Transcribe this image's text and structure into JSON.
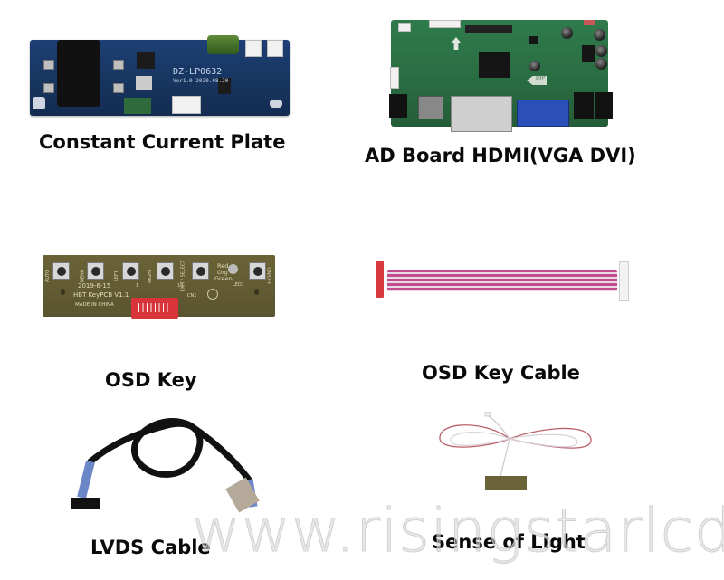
{
  "products": [
    {
      "id": "constant-current-plate",
      "label": "Constant Current Plate",
      "pcb_text": [
        "DZ-LP0632",
        "Ver1.0 2020.08.20"
      ],
      "pcb_color": "#1d3f75"
    },
    {
      "id": "ad-board",
      "label": "AD Board HDMI(VGA DVI)",
      "pcb_text": [
        "DIP"
      ],
      "pcb_color": "#2f7b4b"
    },
    {
      "id": "osd-key",
      "label": "OSD Key",
      "pcb_text": {
        "buttons": [
          "AUTO",
          "MENU",
          "LEFT",
          "RIGHT",
          "EXIT / SELECT",
          "ON/OFF"
        ],
        "led": [
          "Red",
          "Org",
          "Green",
          "LED1"
        ],
        "date": "2019-6-15",
        "model": "HBT KeyPCB V1.1",
        "origin": "MADE IN CHINA",
        "connector_pins": [
          "1",
          "10"
        ],
        "connector_label": "CN1"
      },
      "pcb_color": "#6b6336"
    },
    {
      "id": "osd-key-cable",
      "label": "OSD Key Cable",
      "cable_color": "#c34d8c"
    },
    {
      "id": "lvds-cable",
      "label": "LVDS  Cable"
    },
    {
      "id": "light-sensor",
      "label": "Sense of Light"
    }
  ],
  "watermark": "www.risingstarlcd.com"
}
